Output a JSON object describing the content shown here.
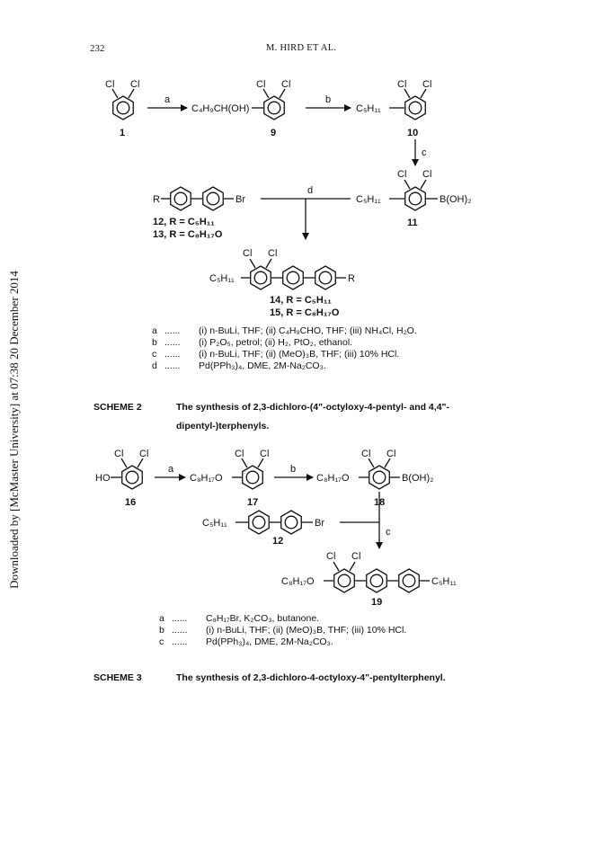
{
  "header": {
    "page_number": "232",
    "running_head": "M. HIRD ET AL."
  },
  "side_note": "Downloaded by [McMaster University] at 07:38 20 December 2014",
  "scheme2": {
    "atoms": {
      "cl": "Cl",
      "r": "R",
      "br": "Br",
      "c4h9choh": "C₄H₉CH(OH)",
      "c5h11": "C₅H₁₁",
      "boh2": "B(OH)₂"
    },
    "arrows": {
      "a": "a",
      "b": "b",
      "c": "c",
      "d": "d"
    },
    "compounds": {
      "c1": "1",
      "c9": "9",
      "c10": "10",
      "c11": "11",
      "c12": "12, R = C₅H₁₁",
      "c13": "13, R = C₈H₁₇O",
      "c14": "14, R = C₅H₁₁",
      "c15": "15, R = C₈H₁₇O"
    },
    "conditions": [
      {
        "key": "a",
        "dots": "......",
        "text": "(i) n-BuLi, THF; (ii) C₄H₉CHO, THF; (iii) NH₄Cl, H₂O."
      },
      {
        "key": "b",
        "dots": "......",
        "text": "(i) P₂O₅, petrol; (ii) H₂, PtO₂, ethanol."
      },
      {
        "key": "c",
        "dots": "......",
        "text": "(i) n-BuLi, THF; (ii) (MeO)₃B, THF; (iii) 10% HCl."
      },
      {
        "key": "d",
        "dots": "......",
        "text": "Pd(PPh₃)₄, DME, 2M-Na₂CO₃."
      }
    ],
    "caption_label": "SCHEME 2",
    "caption_line1": "The synthesis of 2,3-dichloro-(4\"-octyloxy-4-pentyl- and 4,4\"-",
    "caption_line2": "dipentyl-)terphenyls."
  },
  "scheme3": {
    "atoms": {
      "cl": "Cl",
      "ho": "HO",
      "br": "Br",
      "c8h17o": "C₈H₁₇O",
      "c5h11": "C₅H₁₁",
      "boh2": "B(OH)₂"
    },
    "arrows": {
      "a": "a",
      "b": "b",
      "c": "c"
    },
    "compounds": {
      "c16": "16",
      "c17": "17",
      "c18": "18",
      "c12": "12",
      "c19": "19"
    },
    "conditions": [
      {
        "key": "a",
        "dots": "......",
        "text": "C₈H₁₇Br, K₂CO₃, butanone."
      },
      {
        "key": "b",
        "dots": "......",
        "text": "(i) n-BuLi, THF; (ii) (MeO)₃B, THF; (iii) 10% HCl."
      },
      {
        "key": "c",
        "dots": "......",
        "text": "Pd(PPh₃)₄, DME, 2M-Na₂CO₃."
      }
    ],
    "caption_label": "SCHEME 3",
    "caption_line1": "The synthesis of 2,3-dichloro-4-octyloxy-4\"-pentylterphenyl."
  }
}
